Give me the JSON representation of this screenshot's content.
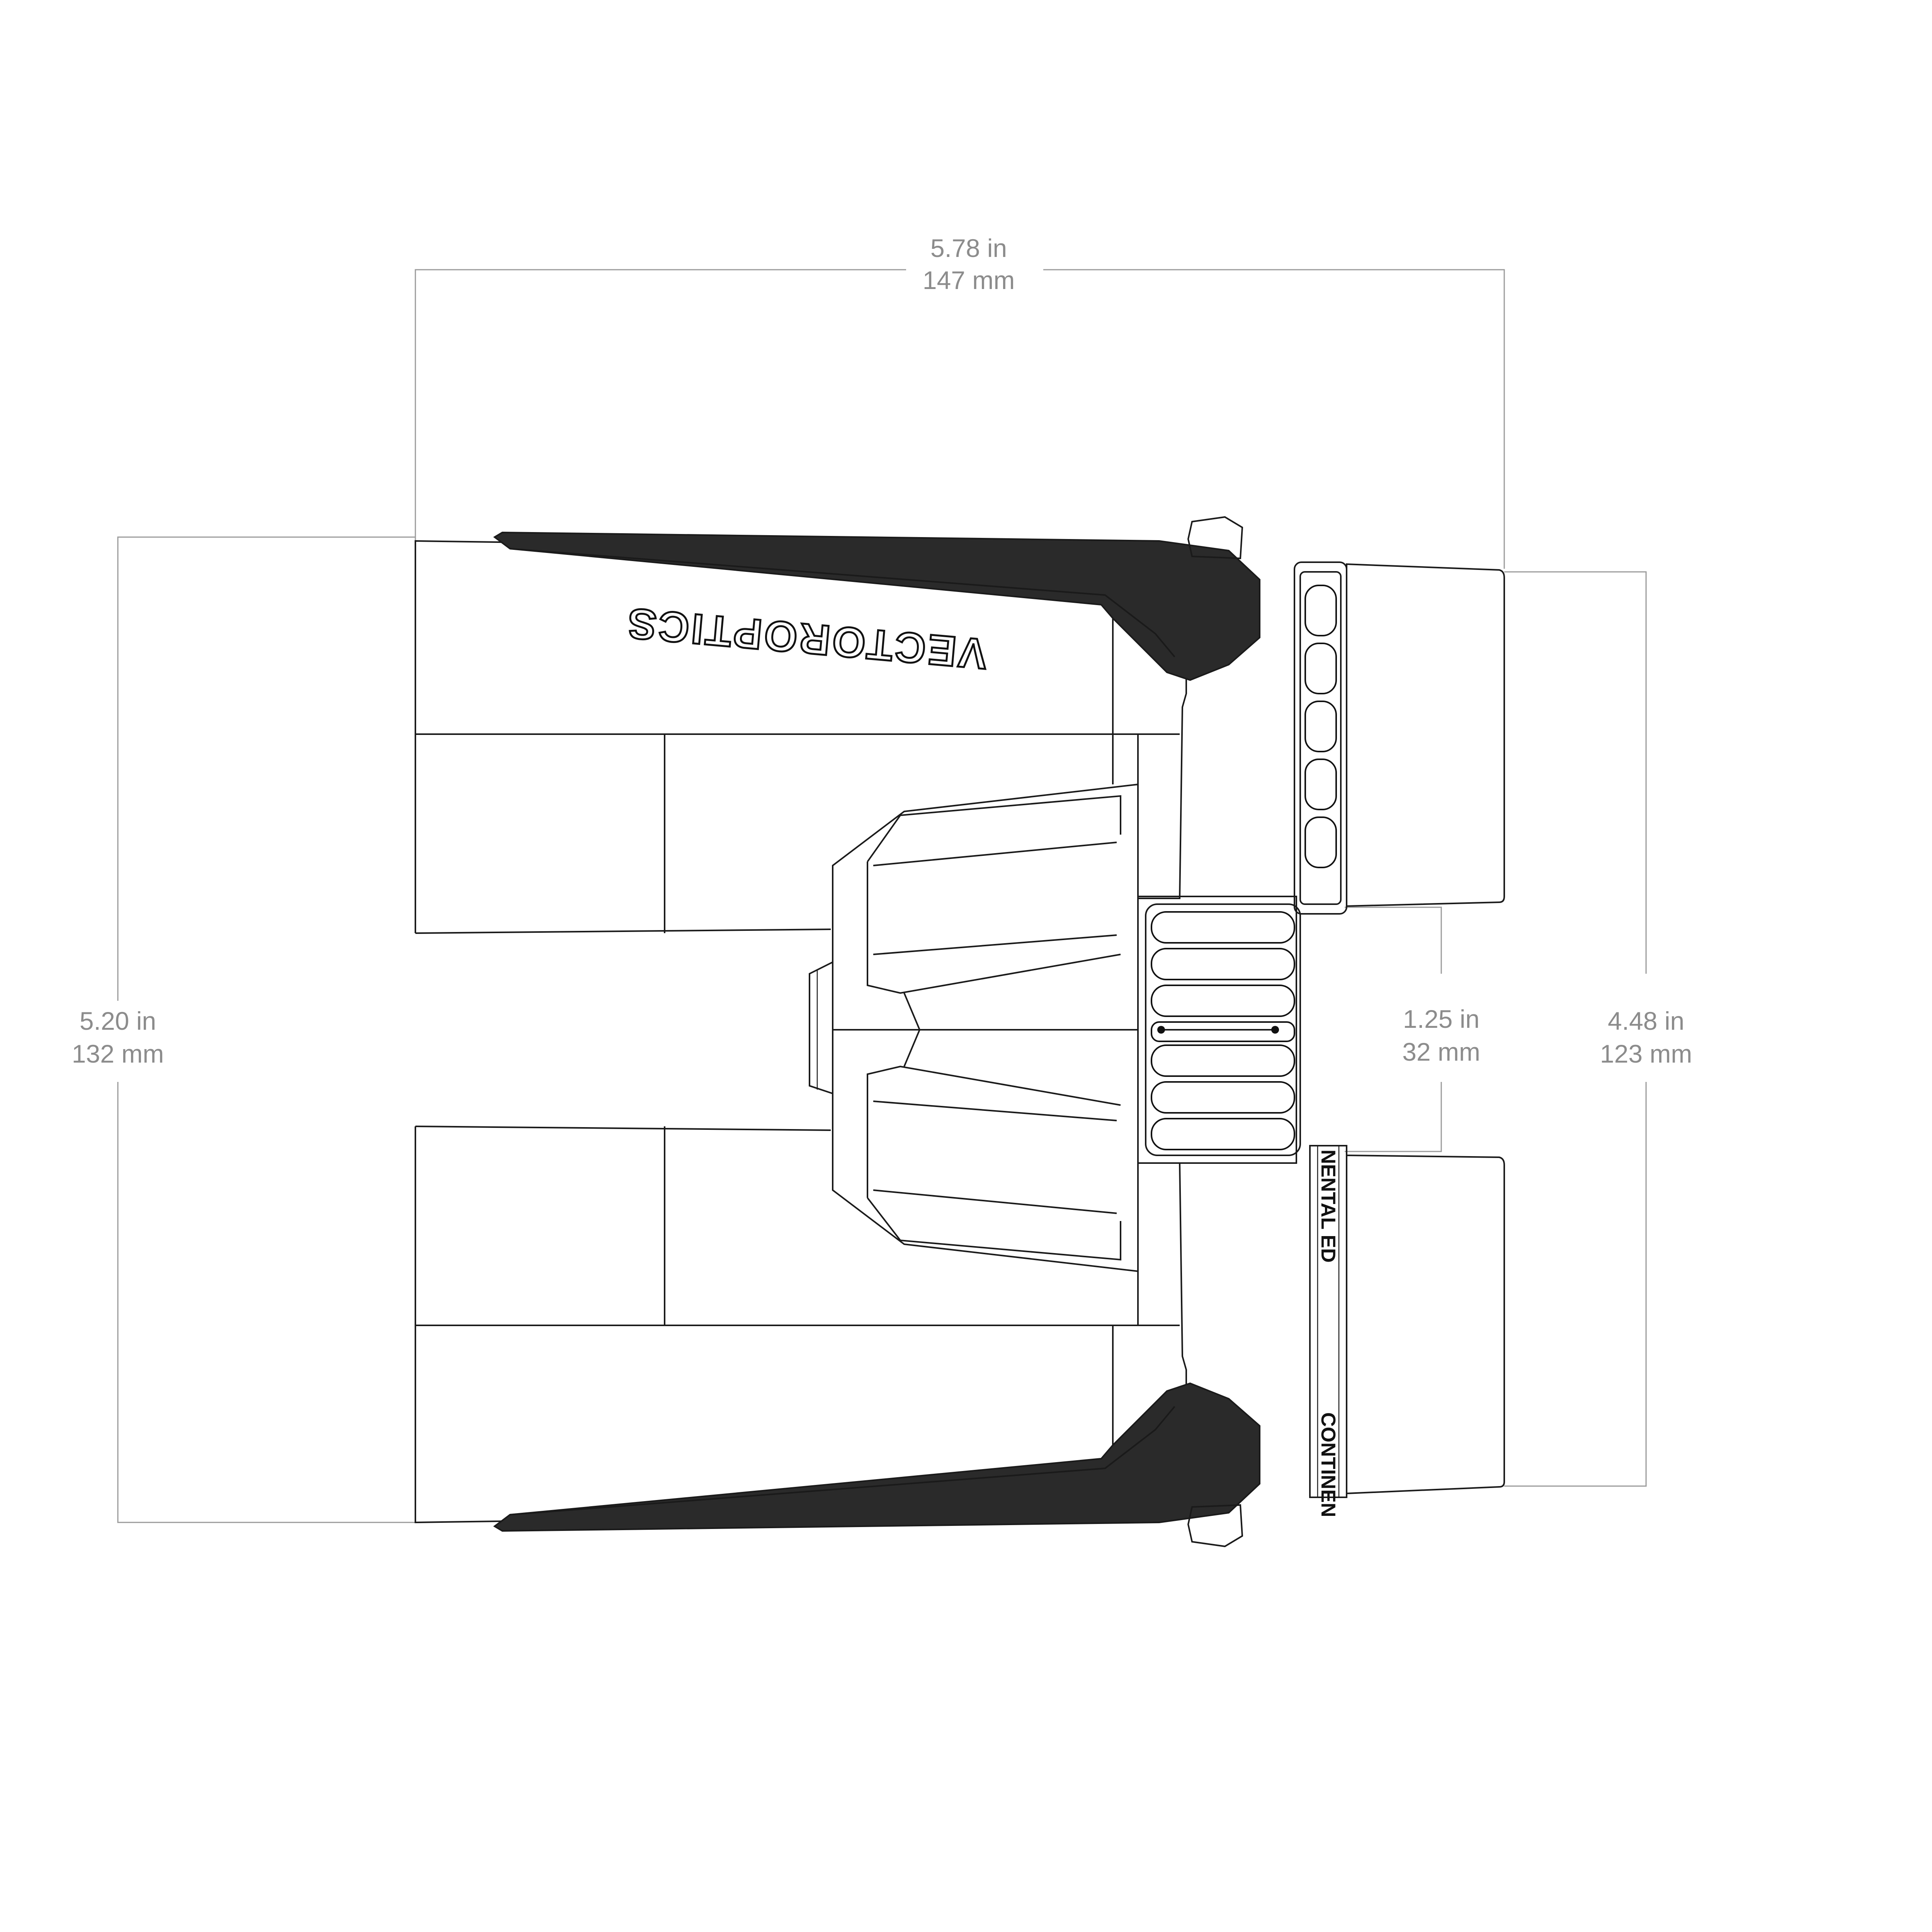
{
  "dimensions": {
    "overall_length": {
      "inches": "5.78 in",
      "millimeters": "147 mm"
    },
    "overall_height": {
      "inches": "5.20 in",
      "millimeters": "132 mm"
    },
    "eyecup_span": {
      "inches": "4.48 in",
      "millimeters": "123 mm"
    },
    "focus_wheel": {
      "inches": "1.25 in",
      "millimeters": "32 mm"
    }
  },
  "product": {
    "brand_logo": "VECTOROPTICS",
    "band_text_upper": "NENTAL ED",
    "band_text_lower": "CONTINEN"
  },
  "colors": {
    "dimension": "#8c8c8c",
    "outline": "#1a1a1a",
    "background": "#ffffff"
  }
}
